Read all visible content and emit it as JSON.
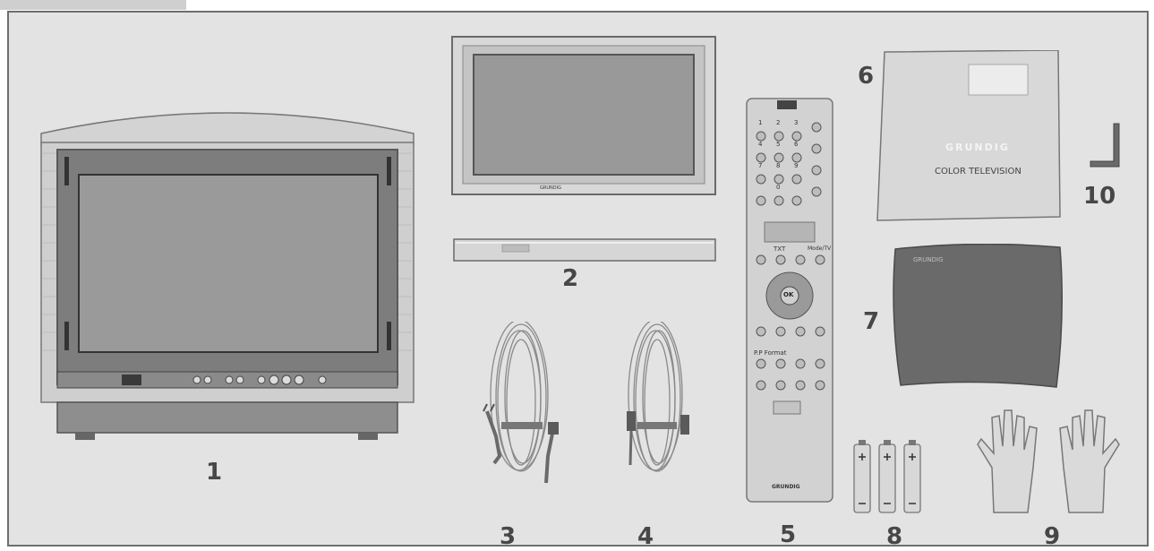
{
  "items": [
    {
      "number": "1"
    },
    {
      "number": "2"
    },
    {
      "number": "3"
    },
    {
      "number": "4"
    },
    {
      "number": "5"
    },
    {
      "number": "6"
    },
    {
      "number": "7"
    },
    {
      "number": "8"
    },
    {
      "number": "9"
    },
    {
      "number": "10"
    }
  ],
  "monitor_brand": "GRUNDIG",
  "remote": {
    "keys": [
      "1",
      "2",
      "3",
      "4",
      "5",
      "6",
      "7",
      "8",
      "9",
      "0"
    ],
    "txt_label": "TXT",
    "mode_label": "Mode/TV",
    "ok_label": "OK",
    "format_label": "P.P Format",
    "brand": "GRUNDIG"
  },
  "manual": {
    "logo": "GRUNDIG",
    "title": "COLOR TELEVISION"
  },
  "cloth_brand": "GRUNDIG",
  "colors": {
    "panel_bg": "#e3e3e3",
    "panel_border": "#6e6e6e",
    "label_color": "#474747",
    "top_tab": "#cfcfcf"
  }
}
